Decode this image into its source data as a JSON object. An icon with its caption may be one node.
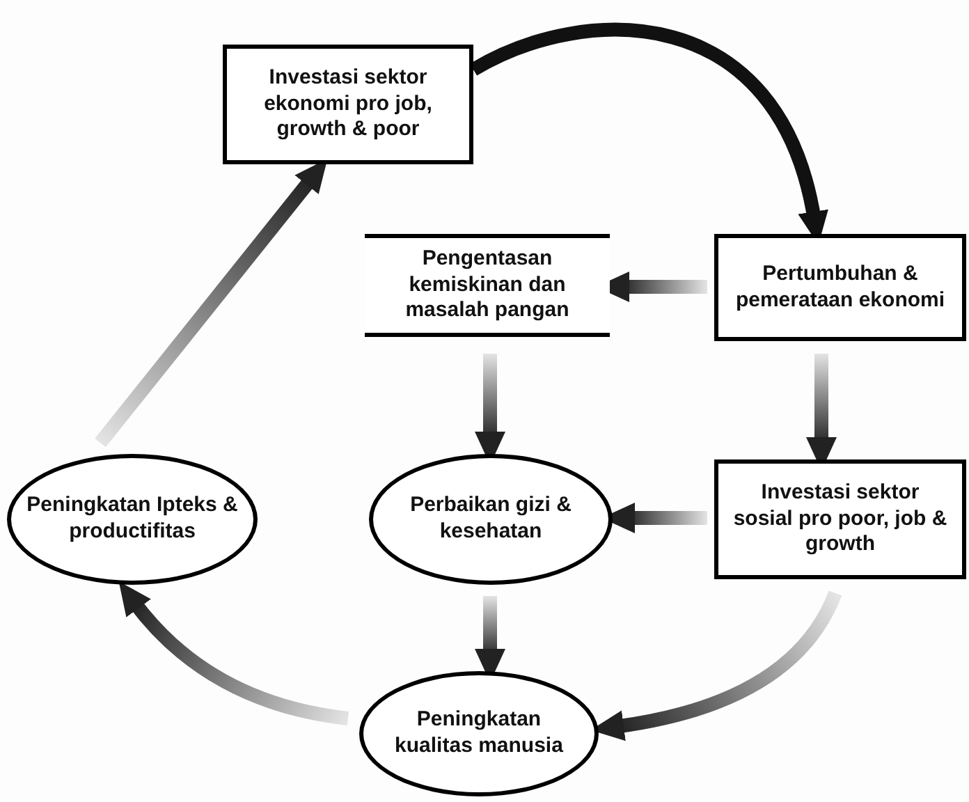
{
  "diagram": {
    "nodes": [
      {
        "text": [
          "Investasi sektor ekonomi pro job, growth & poor"
        ]
      },
      {
        "text": [
          "Pengentasan kemiskinan dan masalah pangan"
        ]
      },
      {
        "text": [
          "Pertumbuhan & pemerataan ekonomi"
        ]
      },
      {
        "text": [
          "Peningkatan Ipteks & productifitas"
        ]
      },
      {
        "text": [
          "Perbaikan gizi & kesehatan"
        ]
      },
      {
        "text": [
          "Investasi sektor sosial pro poor, job & growth"
        ]
      },
      {
        "text": [
          "Peningkatan kualitas manusia"
        ]
      }
    ],
    "edges": [
      {
        "from": 0,
        "to": 2,
        "arrow": "to",
        "color": "#111111"
      },
      {
        "from": 2,
        "to": 1,
        "arrow": "to"
      },
      {
        "from": 1,
        "to": 4,
        "arrow": "to"
      },
      {
        "from": 2,
        "to": 5,
        "arrow": "to"
      },
      {
        "from": 5,
        "to": 4,
        "arrow": "to"
      },
      {
        "from": 4,
        "to": 6,
        "arrow": "to"
      },
      {
        "from": 5,
        "to": 6,
        "arrow": "to"
      },
      {
        "from": 6,
        "to": 3,
        "arrow": "to"
      },
      {
        "from": 3,
        "to": 0,
        "arrow": "to"
      }
    ]
  }
}
